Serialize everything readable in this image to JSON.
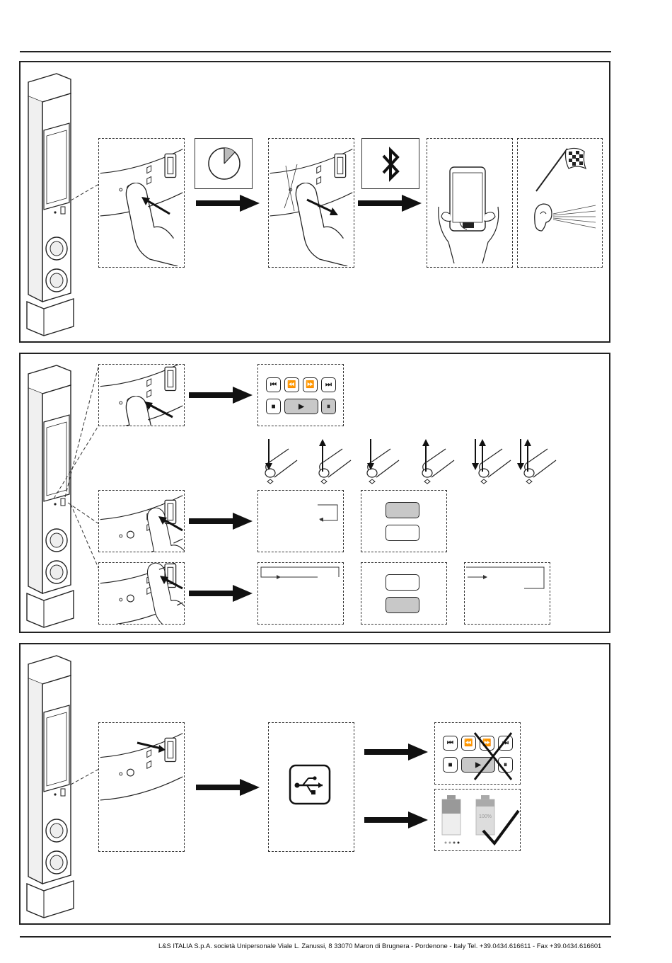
{
  "footer": {
    "text": "L&S ITALIA S.p.A. società Unipersonale Viale L. Zanussi, 8  33070 Maron di Brugnera - Pordenone - Italy  Tel. +39.0434.616611 - Fax +39.0434.616601"
  },
  "panels": [
    {
      "id": "pairing",
      "steps": [
        "press-button",
        "wait-timer",
        "release-led-blink",
        "bluetooth",
        "phone-pairing",
        "done-sound"
      ]
    },
    {
      "id": "playback",
      "gestures": [
        "press",
        "release",
        "press",
        "release",
        "double-press",
        "double-press"
      ]
    },
    {
      "id": "usb",
      "outcomes": [
        "controls-disabled",
        "charging-ok"
      ]
    }
  ],
  "icons": {
    "media_controls": [
      "skip-back-icon",
      "rewind-icon",
      "fast-forward-icon",
      "skip-forward-icon",
      "stop-icon",
      "play-icon",
      "pause-icon"
    ],
    "controls_glyphs": {
      "prev": "⏮",
      "rew": "⏪",
      "ffw": "⏩",
      "next": "⏭",
      "stop": "■",
      "play": "▶",
      "pause": "⏸"
    },
    "battery_percent": "100%"
  },
  "colors": {
    "ink": "#222222",
    "button_gray": "#c8c8c8"
  }
}
